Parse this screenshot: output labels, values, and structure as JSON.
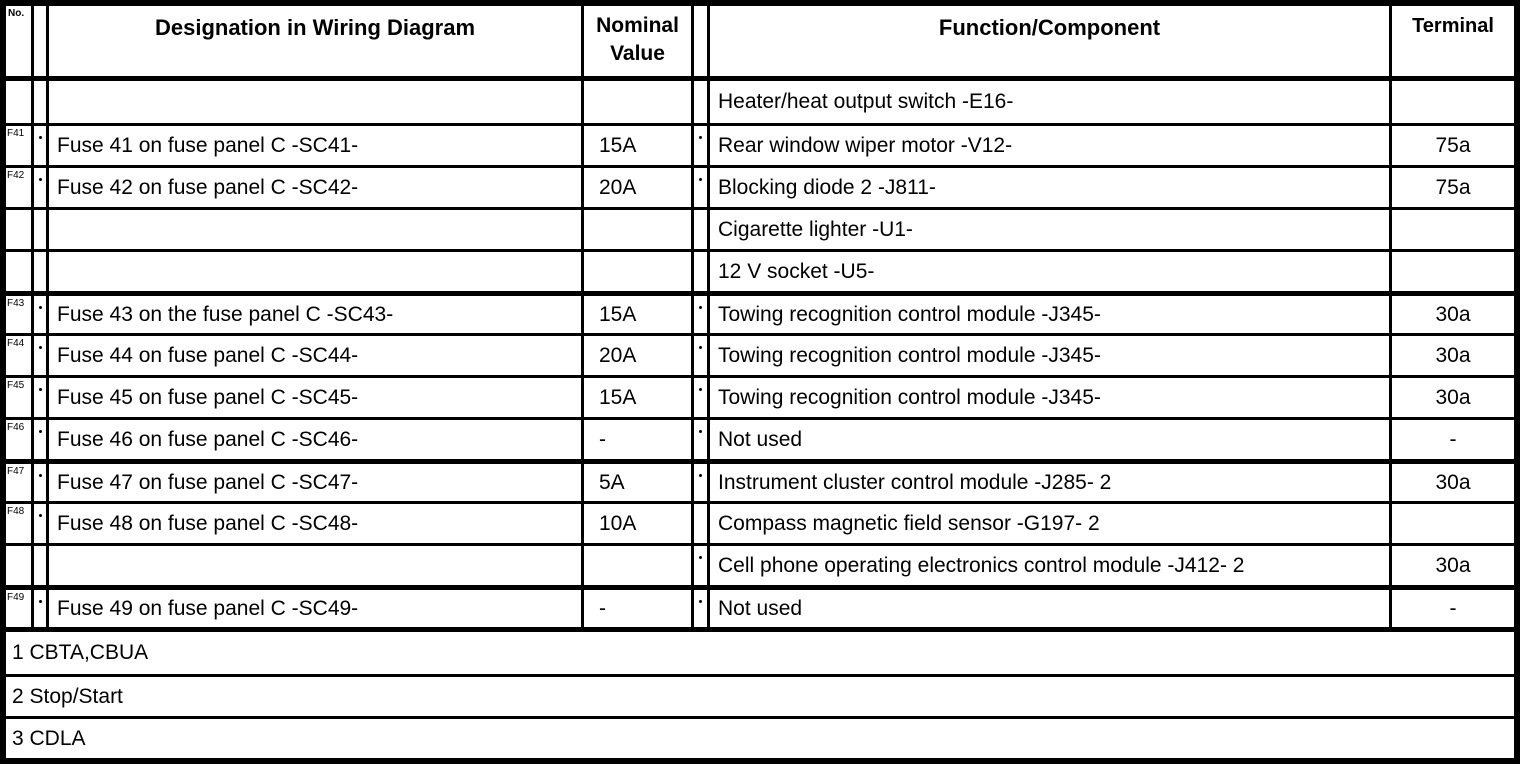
{
  "table": {
    "headers": {
      "no": "No.",
      "designation": "Designation in Wiring Diagram",
      "nominal_line1": "Nominal",
      "nominal_line2": "Value",
      "function": "Function/Component",
      "terminal": "Terminal"
    },
    "rows": [
      {
        "no": "",
        "mark1": false,
        "designation": "",
        "value": "",
        "mark2": false,
        "function": "Heater/heat output switch -E16-",
        "terminal": "",
        "thick_top": false
      },
      {
        "no": "F41",
        "mark1": true,
        "designation": "Fuse 41 on fuse panel C -SC41-",
        "value": "15A",
        "mark2": true,
        "function": "Rear window wiper motor -V12-",
        "terminal": "75a",
        "thick_top": false
      },
      {
        "no": "F42",
        "mark1": true,
        "designation": "Fuse 42 on fuse panel C -SC42-",
        "value": "20A",
        "mark2": true,
        "function": "Blocking diode 2 -J811-",
        "terminal": "75a",
        "thick_top": false
      },
      {
        "no": "",
        "mark1": false,
        "designation": "",
        "value": "",
        "mark2": false,
        "function": "Cigarette lighter -U1-",
        "terminal": "",
        "thick_top": false
      },
      {
        "no": "",
        "mark1": false,
        "designation": "",
        "value": "",
        "mark2": false,
        "function": "12 V socket -U5-",
        "terminal": "",
        "thick_top": false
      },
      {
        "no": "F43",
        "mark1": true,
        "designation": "Fuse 43 on the fuse panel C -SC43-",
        "value": "15A",
        "mark2": true,
        "function": "Towing recognition control module -J345-",
        "terminal": "30a",
        "thick_top": true
      },
      {
        "no": "F44",
        "mark1": true,
        "designation": "Fuse 44 on fuse panel C -SC44-",
        "value": "20A",
        "mark2": true,
        "function": "Towing recognition control module -J345-",
        "terminal": "30a",
        "thick_top": false
      },
      {
        "no": "F45",
        "mark1": true,
        "designation": "Fuse 45 on fuse panel C -SC45-",
        "value": "15A",
        "mark2": true,
        "function": "Towing recognition control module -J345-",
        "terminal": "30a",
        "thick_top": false
      },
      {
        "no": "F46",
        "mark1": true,
        "designation": "Fuse 46 on fuse panel C -SC46-",
        "value": "-",
        "mark2": true,
        "function": "Not used",
        "terminal": "-",
        "thick_top": false
      },
      {
        "no": "F47",
        "mark1": true,
        "designation": "Fuse 47 on fuse panel C -SC47-",
        "value": "5A",
        "mark2": true,
        "function": "Instrument cluster control module -J285- 2",
        "terminal": "30a",
        "thick_top": true
      },
      {
        "no": "F48",
        "mark1": true,
        "designation": "Fuse 48 on fuse panel C -SC48-",
        "value": "10A",
        "mark2": false,
        "function": "Compass magnetic field sensor -G197- 2",
        "terminal": "",
        "thick_top": false
      },
      {
        "no": "",
        "mark1": false,
        "designation": "",
        "value": "",
        "mark2": true,
        "function": "Cell phone operating electronics control module -J412- 2",
        "terminal": "30a",
        "thick_top": false
      },
      {
        "no": "F49",
        "mark1": true,
        "designation": "Fuse 49 on fuse panel C -SC49-",
        "value": "-",
        "mark2": true,
        "function": "Not used",
        "terminal": "-",
        "thick_top": true
      }
    ],
    "footnotes": [
      "1 CBTA,CBUA",
      "2 Stop/Start",
      "3 CDLA"
    ]
  },
  "colors": {
    "border": "#000000",
    "background": "#ffffff",
    "text": "#000000"
  }
}
